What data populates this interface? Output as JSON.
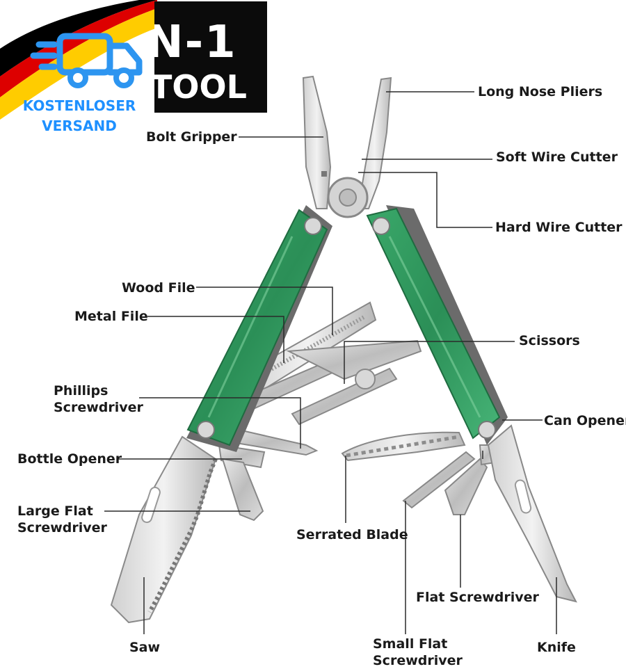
{
  "badge": {
    "line1": "KOSTENLOSER",
    "line2": "VERSAND",
    "icon": "delivery-truck-icon",
    "flag_colors": [
      "#000000",
      "#dd0000",
      "#ffcc00"
    ],
    "color": "#2d95f0"
  },
  "title": {
    "line1": "N-1",
    "line2": "TOOL"
  },
  "handle_color": "#2f9a5e",
  "labels": {
    "long_nose_pliers": "Long Nose Pliers",
    "bolt_gripper": "Bolt Gripper",
    "soft_wire_cutter": "Soft Wire Cutter",
    "hard_wire_cutter": "Hard Wire Cutter",
    "wood_file": "Wood File",
    "metal_file": "Metal File",
    "scissors": "Scissors",
    "phillips_1": "Phillips",
    "phillips_2": "Screwdriver",
    "can_opener": "Can Opener",
    "bottle_opener": "Bottle Opener",
    "large_flat_1": "Large Flat",
    "large_flat_2": "Screwdriver",
    "serrated_blade": "Serrated Blade",
    "flat_screwdriver": "Flat Screwdriver",
    "saw": "Saw",
    "small_flat_1": "Small Flat",
    "small_flat_2": "Screwdriver",
    "knife": "Knife"
  }
}
